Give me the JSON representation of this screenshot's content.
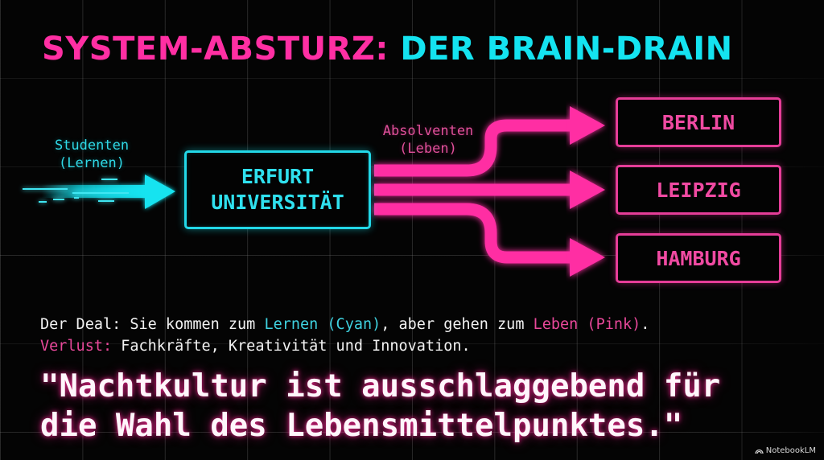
{
  "title": {
    "part1": "SYSTEM-ABSTURZ:",
    "part2": "DER BRAIN-DRAIN"
  },
  "colors": {
    "pink": "#ff2fa3",
    "cyan": "#14e3f0",
    "background": "#040404",
    "text": "#f2f2f2"
  },
  "diagram": {
    "input_label_line1": "Studenten",
    "input_label_line2": "(Lernen)",
    "hub_line1": "ERFURT",
    "hub_line2": "UNIVERSITÄT",
    "output_label_line1": "Absolventen",
    "output_label_line2": "(Leben)",
    "destinations": [
      {
        "label": "BERLIN"
      },
      {
        "label": "LEIPZIG"
      },
      {
        "label": "HAMBURG"
      }
    ]
  },
  "deal": {
    "line1_prefix": "Der Deal: Sie kommen zum ",
    "line1_cyan": "Lernen (Cyan)",
    "line1_mid": ", aber gehen zum ",
    "line1_pink": "Leben (Pink)",
    "line1_end": ".",
    "line2_pink": "Verlust:",
    "line2_rest": " Fachkräfte, Kreativität und Innovation."
  },
  "quote": {
    "text": "\"Nachtkultur ist ausschlaggebend für\ndie Wahl des Lebensmittelpunktes.\""
  },
  "brand": {
    "label": "NotebookLM"
  }
}
